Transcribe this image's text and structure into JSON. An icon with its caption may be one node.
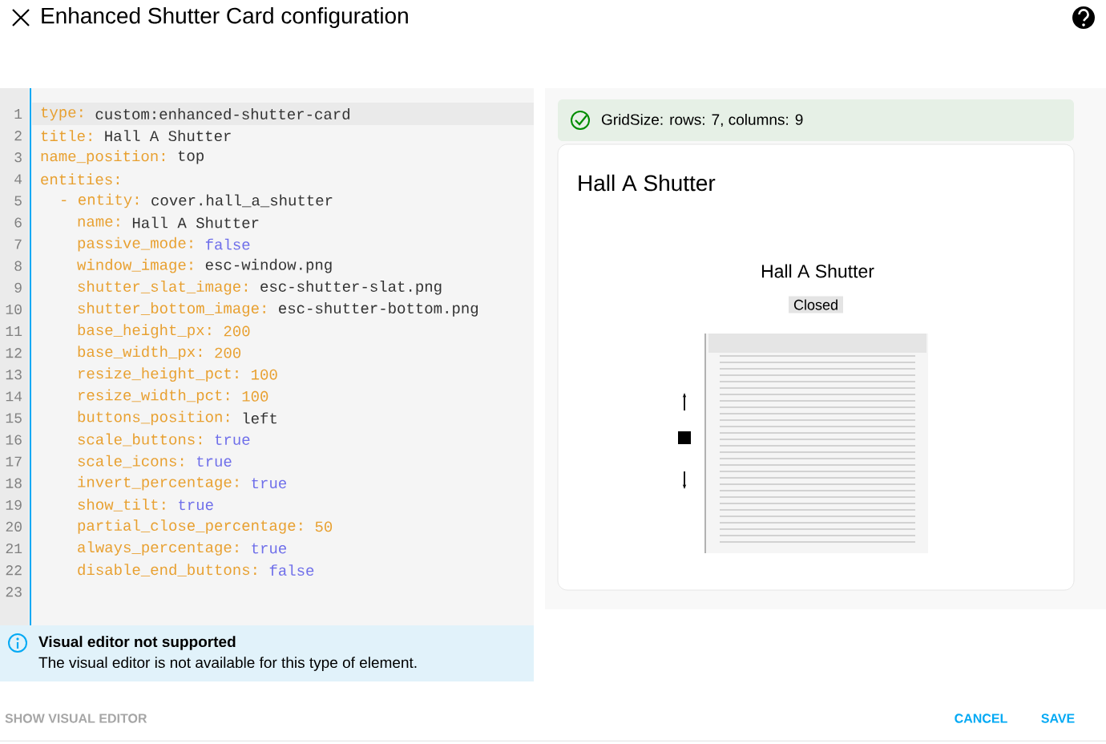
{
  "diagram": {
    "title": "Enhanced Shutter Card configuration",
    "nodes": [
      {
        "text": [
          "Visual editor not supported",
          "The visual editor is not available for this type of element."
        ]
      },
      {
        "text": [
          "GridSize: rows: 7, columns: 9"
        ]
      },
      {
        "text": [
          "Hall A Shutter",
          "Hall A Shutter"
        ]
      },
      {
        "text": [
          "Closed"
        ],
        "in": 2
      }
    ],
    "labels": [
      "1",
      "type:",
      "custom:enhanced-shutter-card",
      "2",
      "title:",
      "Hall A Shutter",
      "3",
      "name_position:",
      "top",
      "4",
      "entities:",
      "5",
      "- entity:",
      "cover.hall_a_shutter",
      "6",
      "name:",
      "Hall A Shutter",
      "7",
      "passive_mode:",
      "false",
      "8",
      "window_image:",
      "esc-window.png",
      "9",
      "shutter_slat_image:",
      "esc-shutter-slat.png",
      "10",
      "shutter_bottom_image:",
      "esc-shutter-bottom.png",
      "11",
      "base_height_px:",
      "200",
      "12",
      "base_width_px:",
      "200",
      "13",
      "resize_height_pct:",
      "100",
      "14",
      "resize_width_pct:",
      "100",
      "15",
      "buttons_position:",
      "left",
      "16",
      "scale_buttons:",
      "true",
      "17",
      "scale_icons:",
      "true",
      "18",
      "invert_percentage:",
      "true",
      "19",
      "show_tilt:",
      "true",
      "20",
      "partial_close_percentage:",
      "50",
      "21",
      "always_percentage:",
      "true",
      "22",
      "disable_end_buttons:",
      "false",
      "23",
      "SHOW VISUAL EDITOR",
      "CANCEL",
      "SAVE"
    ]
  }
}
